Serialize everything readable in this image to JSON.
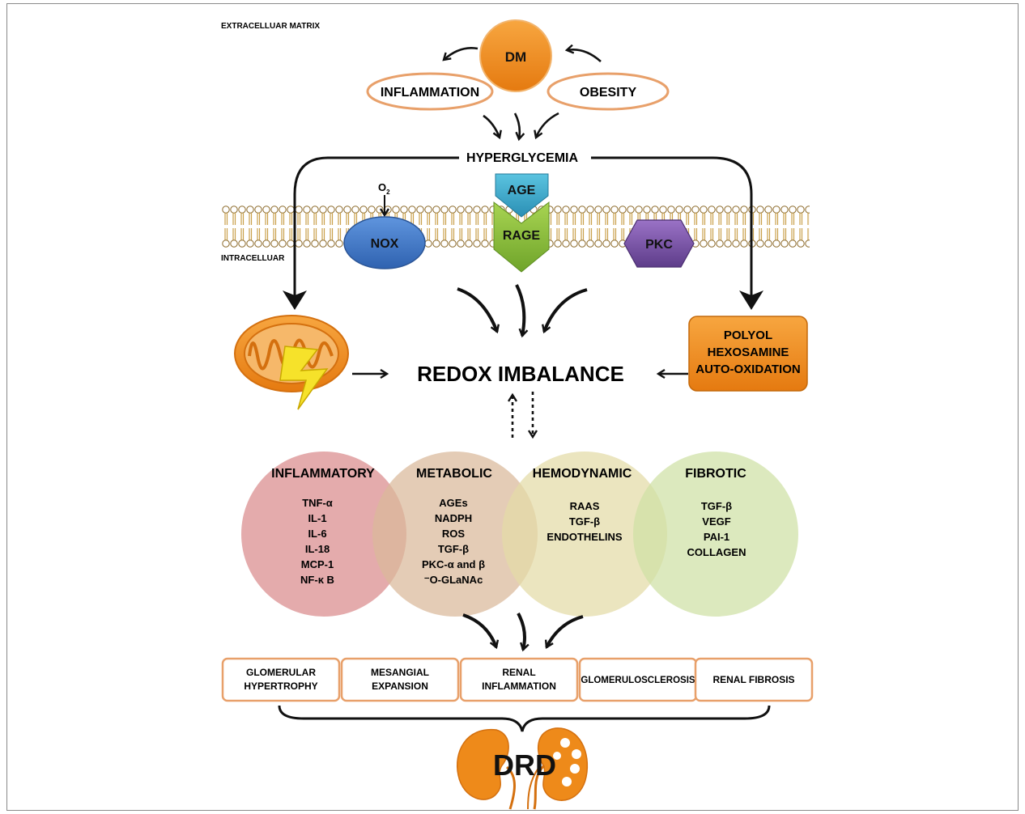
{
  "region_labels": {
    "extracellular": "EXTRACELLUAR MATRIX",
    "intracellular": "INTRACELLUAR"
  },
  "top": {
    "dm": "DM",
    "inflammation": "INFLAMMATION",
    "obesity": "OBESITY",
    "hyperglycemia": "HYPERGLYCEMIA"
  },
  "membrane": {
    "o2_main": "O",
    "o2_sub": "2",
    "nox": "NOX",
    "age": "AGE",
    "rage": "RAGE",
    "pkc": "PKC"
  },
  "redox": {
    "title": "REDOX IMBALANCE",
    "pathways": [
      "POLYOL",
      "HEXOSAMINE",
      "AUTO-OXIDATION"
    ]
  },
  "circles": [
    {
      "title": "INFLAMMATORY",
      "items": [
        "TNF-α",
        "IL-1",
        "IL-6",
        "IL-18",
        "MCP-1",
        "NF-κ B"
      ],
      "color": "#d98a8c"
    },
    {
      "title": "METABOLIC",
      "items": [
        "AGEs",
        "NADPH",
        "ROS",
        "TGF-β",
        "PKC-α and β",
        "⁻O-GLaNAc"
      ],
      "color": "#d9b89a"
    },
    {
      "title": "HEMODYNAMIC",
      "items": [
        "RAAS",
        "TGF-β",
        "ENDOTHELINS"
      ],
      "color": "#e3dba6"
    },
    {
      "title": "FIBROTIC",
      "items": [
        "TGF-β",
        "VEGF",
        "PAI-1",
        "COLLAGEN"
      ],
      "color": "#cfe0a5"
    }
  ],
  "outcomes": [
    [
      "GLOMERULAR",
      "HYPERTROPHY"
    ],
    [
      "MESANGIAL",
      "EXPANSION"
    ],
    [
      "RENAL",
      "INFLAMMATION"
    ],
    [
      "GLOMERULOSCLEROSIS"
    ],
    [
      "RENAL FIBROSIS"
    ]
  ],
  "bottom": {
    "drd": "DRD"
  },
  "colors": {
    "orange": "#ee8a1a",
    "orange_outline": "#e8a06a",
    "nox_blue": "#3f79c8",
    "age_teal": "#3aa7c9",
    "rage_green": "#8bbd3a",
    "pkc_purple": "#7b55a6",
    "membrane": "#c9a04a"
  }
}
